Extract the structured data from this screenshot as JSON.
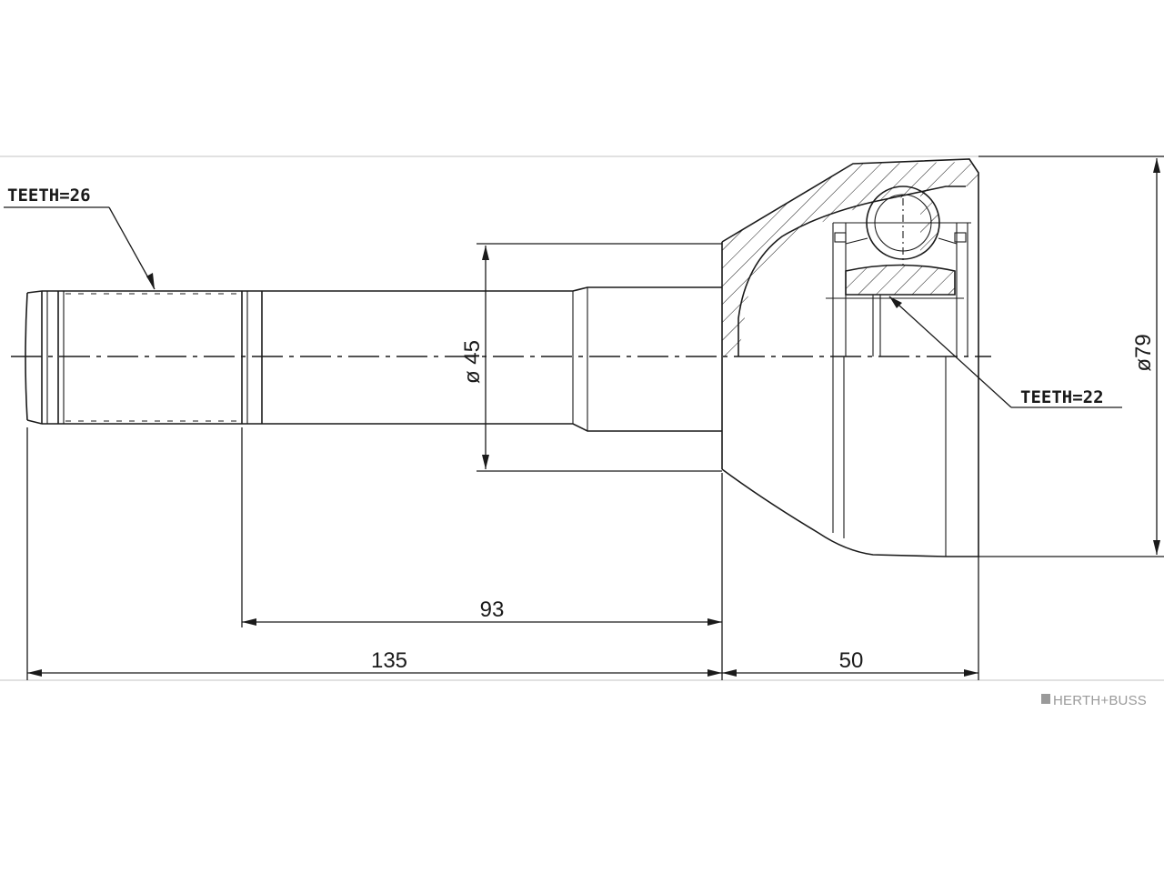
{
  "labels": {
    "teeth_left": "TEETH=26",
    "teeth_right": "TEETH=22"
  },
  "dimensions": {
    "shaft_diameter": "ø 45",
    "outer_diameter": "ø79",
    "length_93": "93",
    "length_135": "135",
    "length_50": "50"
  },
  "brand": "HERTH+BUSS"
}
